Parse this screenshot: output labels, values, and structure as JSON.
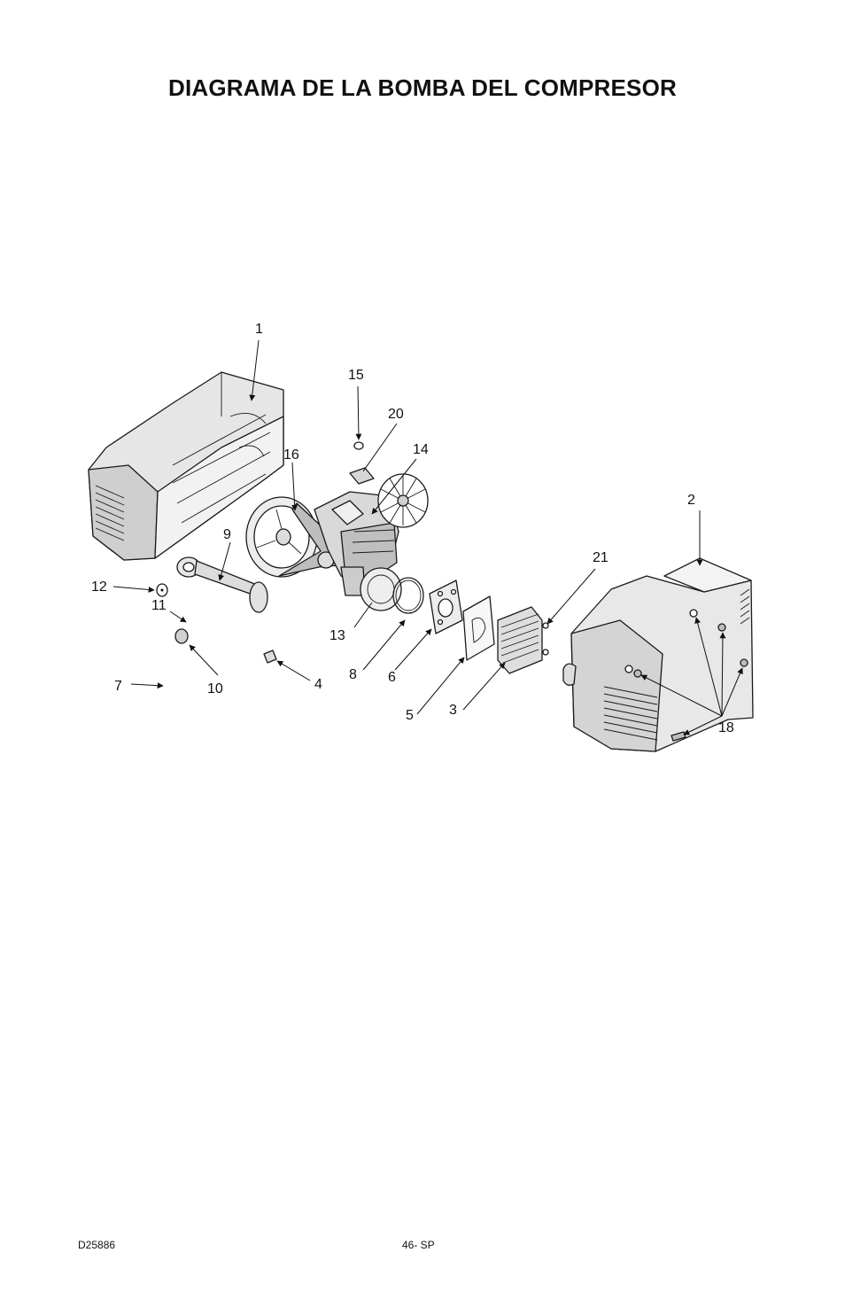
{
  "page": {
    "title": "DIAGRAMA DE LA BOMBA DEL COMPRESOR",
    "footer_doc_id": "D25886",
    "footer_page": "46- SP"
  },
  "diagram": {
    "callouts": [
      "1",
      "2",
      "3",
      "4",
      "5",
      "6",
      "7",
      "8",
      "9",
      "10",
      "11",
      "12",
      "13",
      "14",
      "15",
      "16",
      "18",
      "20",
      "21"
    ]
  }
}
